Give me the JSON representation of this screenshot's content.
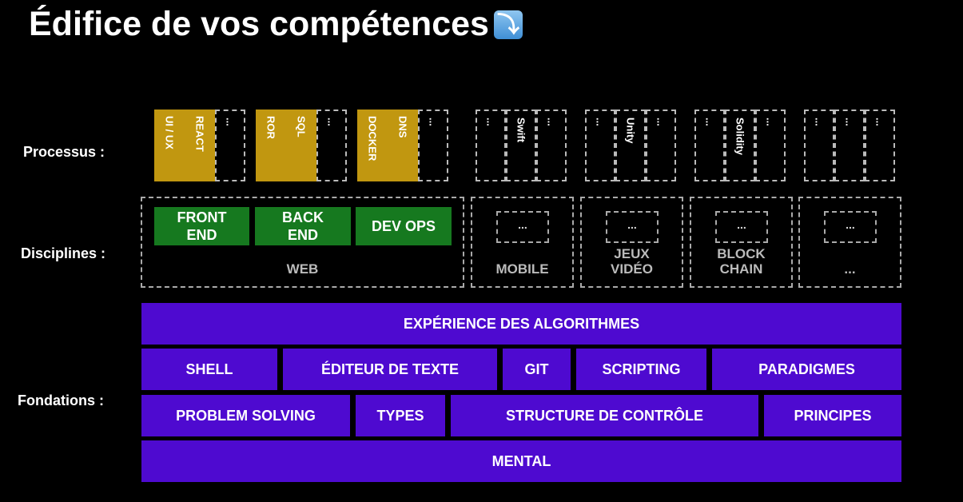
{
  "title": "Édifice de vos compétences",
  "title_icon": "arrow-right-hook-down-icon",
  "labels": {
    "processus": "Processus :",
    "disciplines": "Disciplines :",
    "fondations": "Fondations :"
  },
  "processus": [
    [
      "UI / UX",
      "REACT",
      "..."
    ],
    [
      "ROR",
      "SQL",
      "..."
    ],
    [
      "DOCKER",
      "DNS",
      "..."
    ],
    [
      "...",
      "Swift",
      "..."
    ],
    [
      "...",
      "Unity",
      "..."
    ],
    [
      "...",
      "Solidity",
      "..."
    ],
    [
      "...",
      "...",
      "..."
    ]
  ],
  "disciplines": {
    "web": {
      "label": "WEB",
      "items": [
        "FRONT\nEND",
        "BACK\nEND",
        "DEV OPS"
      ]
    },
    "others": [
      {
        "label": "MOBILE",
        "inner": "..."
      },
      {
        "label": "JEUX\nVIDÉO",
        "inner": "..."
      },
      {
        "label": "BLOCK\nCHAIN",
        "inner": "..."
      },
      {
        "label": "...",
        "inner": "..."
      }
    ]
  },
  "fondations": [
    [
      "EXPÉRIENCE DES ALGORITHMES"
    ],
    [
      "SHELL",
      "ÉDITEUR DE TEXTE",
      "GIT",
      "SCRIPTING",
      "PARADIGMES"
    ],
    [
      "PROBLEM SOLVING",
      "TYPES",
      "STRUCTURE DE CONTRÔLE",
      "PRINCIPES"
    ],
    [
      "MENTAL"
    ]
  ],
  "colors": {
    "background": "#000000",
    "process_filled": "#c19710",
    "discipline_green": "#16791f",
    "foundation_purple": "#4e0ad0"
  }
}
